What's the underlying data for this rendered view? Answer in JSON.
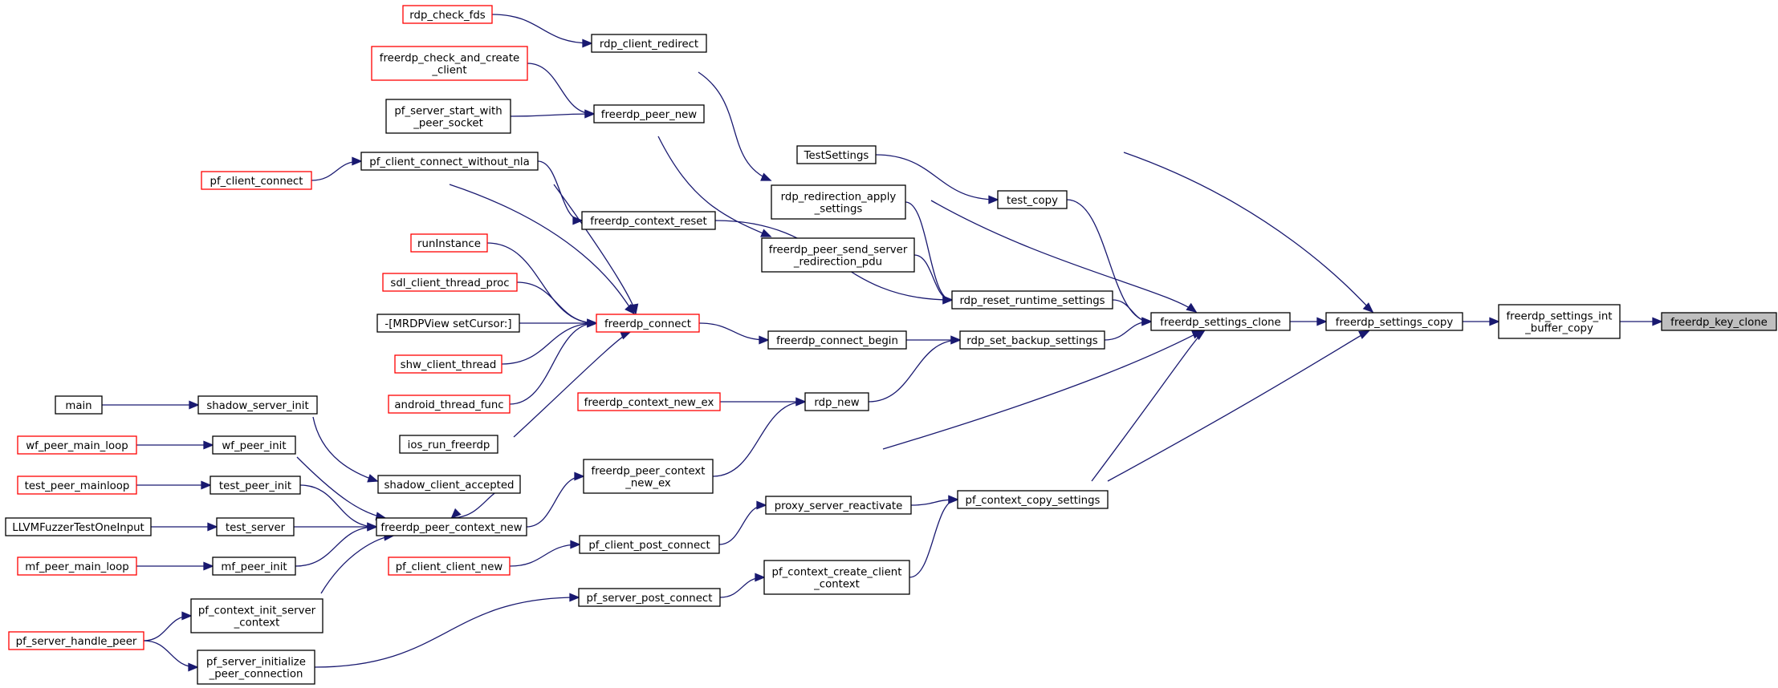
{
  "colors": {
    "edge": "#191970",
    "box_border_default": "#000000",
    "box_border_truncated": "#ff0000",
    "box_fill_default": "#ffffff",
    "box_fill_focus": "#bfbfbf"
  },
  "nodes": [
    {
      "id": "freerdp_key_clone",
      "lines": [
        "freerdp_key_clone"
      ],
      "style": "focus"
    },
    {
      "id": "freerdp_settings_int_buffer_copy",
      "lines": [
        "freerdp_settings_int",
        "_buffer_copy"
      ],
      "style": "default"
    },
    {
      "id": "freerdp_settings_copy",
      "lines": [
        "freerdp_settings_copy"
      ],
      "style": "default"
    },
    {
      "id": "freerdp_settings_clone",
      "lines": [
        "freerdp_settings_clone"
      ],
      "style": "default"
    },
    {
      "id": "TestSettings",
      "lines": [
        "TestSettings"
      ],
      "style": "default"
    },
    {
      "id": "pf_context_copy_settings",
      "lines": [
        "pf_context_copy_settings"
      ],
      "style": "default"
    },
    {
      "id": "test_copy",
      "lines": [
        "test_copy"
      ],
      "style": "default"
    },
    {
      "id": "rdp_reset_runtime_settings",
      "lines": [
        "rdp_reset_runtime_settings"
      ],
      "style": "default"
    },
    {
      "id": "rdp_set_backup_settings",
      "lines": [
        "rdp_set_backup_settings"
      ],
      "style": "default"
    },
    {
      "id": "freerdp_peer_context_new_ex",
      "lines": [
        "freerdp_peer_context",
        "_new_ex"
      ],
      "style": "default"
    },
    {
      "id": "rdp_redirection_apply_settings",
      "lines": [
        "rdp_redirection_apply",
        "_settings"
      ],
      "style": "default"
    },
    {
      "id": "freerdp_peer_send_server_redirection_pdu",
      "lines": [
        "freerdp_peer_send_server",
        "_redirection_pdu"
      ],
      "style": "default"
    },
    {
      "id": "freerdp_context_reset",
      "lines": [
        "freerdp_context_reset"
      ],
      "style": "default"
    },
    {
      "id": "rdp_client_redirect",
      "lines": [
        "rdp_client_redirect"
      ],
      "style": "default"
    },
    {
      "id": "rdp_check_fds",
      "lines": [
        "rdp_check_fds"
      ],
      "style": "truncated"
    },
    {
      "id": "freerdp_peer_new",
      "lines": [
        "freerdp_peer_new"
      ],
      "style": "default"
    },
    {
      "id": "freerdp_check_and_create_client",
      "lines": [
        "freerdp_check_and_create",
        "_client"
      ],
      "style": "truncated"
    },
    {
      "id": "pf_server_start_with_peer_socket",
      "lines": [
        "pf_server_start_with",
        "_peer_socket"
      ],
      "style": "default"
    },
    {
      "id": "freerdp_connect",
      "lines": [
        "freerdp_connect"
      ],
      "style": "truncated"
    },
    {
      "id": "pf_client_connect_without_nla",
      "lines": [
        "pf_client_connect_without_nla"
      ],
      "style": "default"
    },
    {
      "id": "pf_client_connect",
      "lines": [
        "pf_client_connect"
      ],
      "style": "truncated"
    },
    {
      "id": "runInstance",
      "lines": [
        "runInstance"
      ],
      "style": "truncated"
    },
    {
      "id": "sdl_client_thread_proc",
      "lines": [
        "sdl_client_thread_proc"
      ],
      "style": "truncated"
    },
    {
      "id": "MRDPView_setCursor",
      "lines": [
        "-[MRDPView setCursor:]"
      ],
      "style": "default"
    },
    {
      "id": "shw_client_thread",
      "lines": [
        "shw_client_thread"
      ],
      "style": "truncated"
    },
    {
      "id": "android_thread_func",
      "lines": [
        "android_thread_func"
      ],
      "style": "truncated"
    },
    {
      "id": "ios_run_freerdp",
      "lines": [
        "ios_run_freerdp"
      ],
      "style": "default"
    },
    {
      "id": "freerdp_connect_begin",
      "lines": [
        "freerdp_connect_begin"
      ],
      "style": "default"
    },
    {
      "id": "rdp_new",
      "lines": [
        "rdp_new"
      ],
      "style": "default"
    },
    {
      "id": "freerdp_context_new_ex",
      "lines": [
        "freerdp_context_new_ex"
      ],
      "style": "truncated"
    },
    {
      "id": "shadow_client_accepted",
      "lines": [
        "shadow_client_accepted"
      ],
      "style": "default"
    },
    {
      "id": "freerdp_peer_context_new",
      "lines": [
        "freerdp_peer_context_new"
      ],
      "style": "default"
    },
    {
      "id": "shadow_server_init",
      "lines": [
        "shadow_server_init"
      ],
      "style": "default"
    },
    {
      "id": "main",
      "lines": [
        "main"
      ],
      "style": "default"
    },
    {
      "id": "wf_peer_init",
      "lines": [
        "wf_peer_init"
      ],
      "style": "default"
    },
    {
      "id": "wf_peer_main_loop",
      "lines": [
        "wf_peer_main_loop"
      ],
      "style": "truncated"
    },
    {
      "id": "test_peer_init",
      "lines": [
        "test_peer_init"
      ],
      "style": "default"
    },
    {
      "id": "test_peer_mainloop",
      "lines": [
        "test_peer_mainloop"
      ],
      "style": "truncated"
    },
    {
      "id": "test_server",
      "lines": [
        "test_server"
      ],
      "style": "default"
    },
    {
      "id": "LLVMFuzzerTestOneInput",
      "lines": [
        "LLVMFuzzerTestOneInput"
      ],
      "style": "default"
    },
    {
      "id": "mf_peer_init",
      "lines": [
        "mf_peer_init"
      ],
      "style": "default"
    },
    {
      "id": "mf_peer_main_loop",
      "lines": [
        "mf_peer_main_loop"
      ],
      "style": "truncated"
    },
    {
      "id": "pf_context_init_server_context",
      "lines": [
        "pf_context_init_server",
        "_context"
      ],
      "style": "default"
    },
    {
      "id": "pf_server_handle_peer",
      "lines": [
        "pf_server_handle_peer"
      ],
      "style": "truncated"
    },
    {
      "id": "pf_server_initialize_peer_connection",
      "lines": [
        "pf_server_initialize",
        "_peer_connection"
      ],
      "style": "default"
    },
    {
      "id": "proxy_server_reactivate",
      "lines": [
        "proxy_server_reactivate"
      ],
      "style": "default"
    },
    {
      "id": "pf_client_post_connect",
      "lines": [
        "pf_client_post_connect"
      ],
      "style": "default"
    },
    {
      "id": "pf_client_client_new",
      "lines": [
        "pf_client_client_new"
      ],
      "style": "truncated"
    },
    {
      "id": "pf_context_create_client_context",
      "lines": [
        "pf_context_create_client",
        "_context"
      ],
      "style": "default"
    },
    {
      "id": "pf_server_post_connect",
      "lines": [
        "pf_server_post_connect"
      ],
      "style": "default"
    }
  ],
  "edges": [
    {
      "from": "freerdp_settings_int_buffer_copy",
      "to": "freerdp_key_clone"
    },
    {
      "from": "freerdp_settings_copy",
      "to": "freerdp_settings_int_buffer_copy"
    },
    {
      "from": "freerdp_settings_clone",
      "to": "freerdp_settings_copy"
    },
    {
      "from": "TestSettings",
      "to": "freerdp_settings_copy"
    },
    {
      "from": "pf_context_copy_settings",
      "to": "freerdp_settings_copy"
    },
    {
      "from": "TestSettings",
      "to": "freerdp_settings_clone"
    },
    {
      "from": "test_copy",
      "to": "freerdp_settings_clone"
    },
    {
      "from": "rdp_reset_runtime_settings",
      "to": "freerdp_settings_clone"
    },
    {
      "from": "rdp_set_backup_settings",
      "to": "freerdp_settings_clone"
    },
    {
      "from": "freerdp_peer_context_new_ex",
      "to": "freerdp_settings_clone"
    },
    {
      "from": "pf_context_copy_settings",
      "to": "freerdp_settings_clone"
    },
    {
      "from": "TestSettings",
      "to": "test_copy"
    },
    {
      "from": "rdp_redirection_apply_settings",
      "to": "rdp_reset_runtime_settings"
    },
    {
      "from": "freerdp_peer_send_server_redirection_pdu",
      "to": "rdp_reset_runtime_settings"
    },
    {
      "from": "freerdp_context_reset",
      "to": "rdp_reset_runtime_settings"
    },
    {
      "from": "rdp_client_redirect",
      "to": "rdp_redirection_apply_settings"
    },
    {
      "from": "rdp_check_fds",
      "to": "rdp_client_redirect"
    },
    {
      "from": "freerdp_peer_new",
      "to": "freerdp_peer_send_server_redirection_pdu"
    },
    {
      "from": "freerdp_check_and_create_client",
      "to": "freerdp_peer_new"
    },
    {
      "from": "pf_server_start_with_peer_socket",
      "to": "freerdp_peer_new"
    },
    {
      "from": "pf_client_connect_without_nla",
      "to": "freerdp_context_reset"
    },
    {
      "from": "freerdp_connect",
      "to": "freerdp_connect_begin"
    },
    {
      "from": "freerdp_connect_begin",
      "to": "rdp_set_backup_settings"
    },
    {
      "from": "rdp_new",
      "to": "rdp_set_backup_settings"
    },
    {
      "from": "freerdp_context_new_ex",
      "to": "rdp_new"
    },
    {
      "from": "freerdp_peer_context_new_ex",
      "to": "rdp_new"
    },
    {
      "from": "pf_client_connect",
      "to": "pf_client_connect_without_nla"
    },
    {
      "from": "pf_client_connect",
      "to": "freerdp_connect"
    },
    {
      "from": "pf_client_connect_without_nla",
      "to": "freerdp_connect"
    },
    {
      "from": "runInstance",
      "to": "freerdp_connect"
    },
    {
      "from": "sdl_client_thread_proc",
      "to": "freerdp_connect"
    },
    {
      "from": "MRDPView_setCursor",
      "to": "freerdp_connect"
    },
    {
      "from": "shw_client_thread",
      "to": "freerdp_connect"
    },
    {
      "from": "android_thread_func",
      "to": "freerdp_connect"
    },
    {
      "from": "ios_run_freerdp",
      "to": "freerdp_connect"
    },
    {
      "from": "freerdp_peer_context_new",
      "to": "freerdp_peer_context_new_ex"
    },
    {
      "from": "shadow_client_accepted",
      "to": "freerdp_peer_context_new"
    },
    {
      "from": "shadow_server_init",
      "to": "shadow_client_accepted"
    },
    {
      "from": "main",
      "to": "shadow_server_init"
    },
    {
      "from": "wf_peer_init",
      "to": "freerdp_peer_context_new"
    },
    {
      "from": "wf_peer_main_loop",
      "to": "wf_peer_init"
    },
    {
      "from": "test_peer_init",
      "to": "freerdp_peer_context_new"
    },
    {
      "from": "test_peer_mainloop",
      "to": "test_peer_init"
    },
    {
      "from": "test_server",
      "to": "freerdp_peer_context_new"
    },
    {
      "from": "LLVMFuzzerTestOneInput",
      "to": "test_server"
    },
    {
      "from": "mf_peer_init",
      "to": "freerdp_peer_context_new"
    },
    {
      "from": "mf_peer_main_loop",
      "to": "mf_peer_init"
    },
    {
      "from": "pf_context_init_server_context",
      "to": "freerdp_peer_context_new"
    },
    {
      "from": "pf_server_handle_peer",
      "to": "pf_context_init_server_context"
    },
    {
      "from": "pf_server_handle_peer",
      "to": "pf_server_initialize_peer_connection"
    },
    {
      "from": "proxy_server_reactivate",
      "to": "pf_context_copy_settings"
    },
    {
      "from": "pf_client_post_connect",
      "to": "proxy_server_reactivate"
    },
    {
      "from": "pf_client_client_new",
      "to": "pf_client_post_connect"
    },
    {
      "from": "pf_context_create_client_context",
      "to": "pf_context_copy_settings"
    },
    {
      "from": "pf_server_initialize_peer_connection",
      "to": "pf_server_post_connect"
    },
    {
      "from": "pf_server_post_connect",
      "to": "pf_context_create_client_context"
    }
  ]
}
